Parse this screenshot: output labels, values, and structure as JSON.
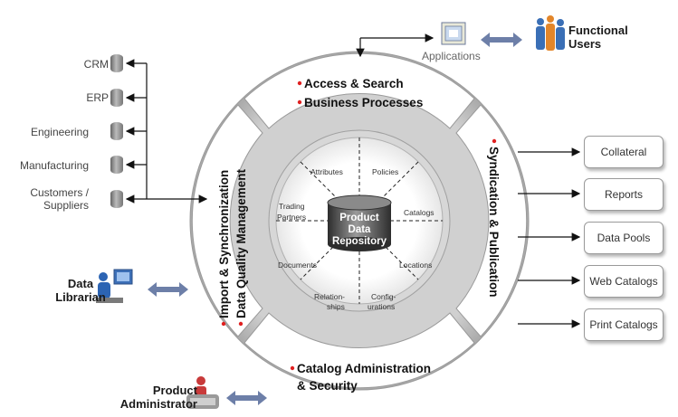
{
  "sources": [
    {
      "label": "CRM"
    },
    {
      "label": "ERP"
    },
    {
      "label": "Engineering"
    },
    {
      "label": "Manufacturing"
    },
    {
      "label": "Customers / Suppliers"
    }
  ],
  "applications_label": "Applications",
  "functional_users_label": "Functional Users",
  "data_librarian_label": "Data Librarian",
  "product_admin_label": "Product Administrator",
  "segments": {
    "top": [
      "Access & Search",
      "Business Processes"
    ],
    "left": [
      "Import & Synchronization",
      "Data Quality Management"
    ],
    "right": [
      "Syndication & Publication"
    ],
    "bottom": [
      "Catalog Administration",
      "& Security"
    ]
  },
  "inner_sectors": {
    "attributes": "Attributes",
    "policies": "Policies",
    "trading": [
      "Trading",
      "Partners"
    ],
    "catalogs": "Catalogs",
    "documents": "Documents",
    "locations": "Locations",
    "relationships": [
      "Relation-",
      "ships"
    ],
    "configurations": [
      "Config-",
      "urations"
    ]
  },
  "repository": [
    "Product",
    "Data",
    "Repository"
  ],
  "outputs": [
    {
      "label": "Collateral"
    },
    {
      "label": "Reports"
    },
    {
      "label": "Data Pools"
    },
    {
      "label": "Web Catalogs"
    },
    {
      "label": "Print Catalogs"
    }
  ],
  "colors": {
    "bullet": "#e02020",
    "arrow": "#6d7fa8",
    "ring": "#bdbdbd"
  }
}
